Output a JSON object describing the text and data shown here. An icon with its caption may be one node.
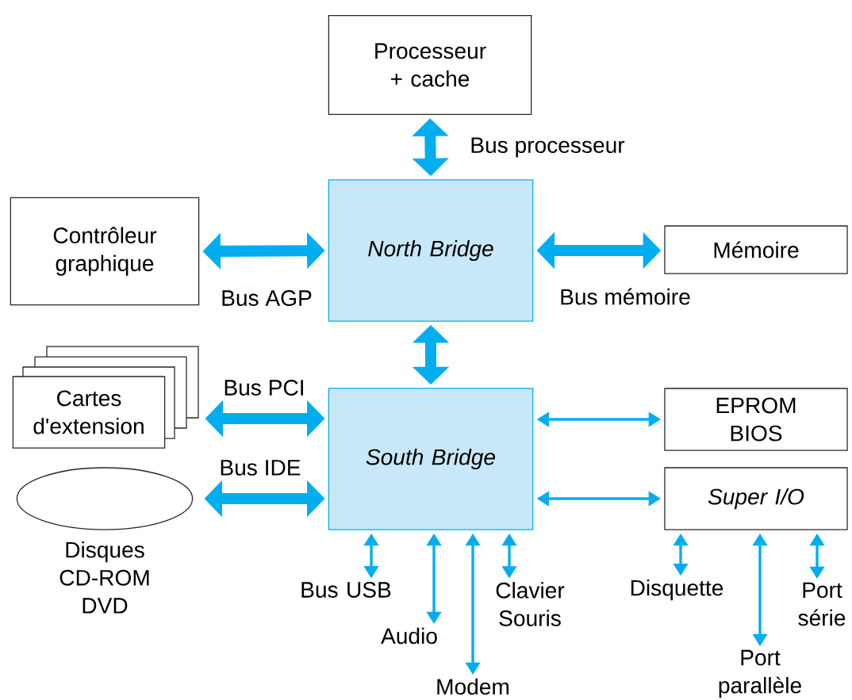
{
  "diagram": {
    "nodes": [
      {
        "text": [
          "Processeur + cache"
        ]
      },
      {
        "text": [
          "North Bridge"
        ]
      },
      {
        "text": [
          "Contrôleur graphique"
        ]
      },
      {
        "text": [
          "Mémoire"
        ]
      },
      {
        "text": [
          "Cartes d'extension"
        ]
      },
      {
        "text": [
          "South Bridge"
        ]
      },
      {
        "text": [
          "EPROM BIOS"
        ]
      },
      {
        "text": [
          "Super I/O"
        ]
      },
      {
        "text": [],
        "shape": "ellipse",
        "beside": [
          "Disques CD-ROM DVD"
        ]
      },
      {
        "text": [
          "Bus USB"
        ]
      },
      {
        "text": [
          "Audio"
        ]
      },
      {
        "text": [
          "Modem"
        ]
      },
      {
        "text": [
          "Clavier Souris"
        ]
      },
      {
        "text": [
          "Disquette"
        ]
      },
      {
        "text": [
          "Port parallèle"
        ]
      },
      {
        "text": [
          "Port série"
        ]
      }
    ],
    "edges": [
      {
        "from": 0,
        "to": 1,
        "arrow": "both",
        "label": "Bus processeur",
        "style": "thick"
      },
      {
        "from": 2,
        "to": 1,
        "arrow": "both",
        "label": "Bus AGP",
        "style": "thick"
      },
      {
        "from": 1,
        "to": 3,
        "arrow": "both",
        "label": "Bus mémoire",
        "style": "thick"
      },
      {
        "from": 1,
        "to": 5,
        "arrow": "both",
        "style": "thick"
      },
      {
        "from": 4,
        "to": 5,
        "arrow": "both",
        "label": "Bus PCI",
        "style": "thick"
      },
      {
        "from": 8,
        "to": 5,
        "arrow": "both",
        "label": "Bus IDE",
        "style": "thick"
      },
      {
        "from": 5,
        "to": 6,
        "arrow": "both"
      },
      {
        "from": 5,
        "to": 7,
        "arrow": "both"
      },
      {
        "from": 5,
        "to": 9,
        "arrow": "both"
      },
      {
        "from": 5,
        "to": 10,
        "arrow": "both"
      },
      {
        "from": 5,
        "to": 11,
        "arrow": "both"
      },
      {
        "from": 5,
        "to": 12,
        "arrow": "both"
      },
      {
        "from": 7,
        "to": 13,
        "arrow": "both"
      },
      {
        "from": 7,
        "to": 14,
        "arrow": "both"
      },
      {
        "from": 7,
        "to": 15,
        "arrow": "both"
      }
    ]
  }
}
